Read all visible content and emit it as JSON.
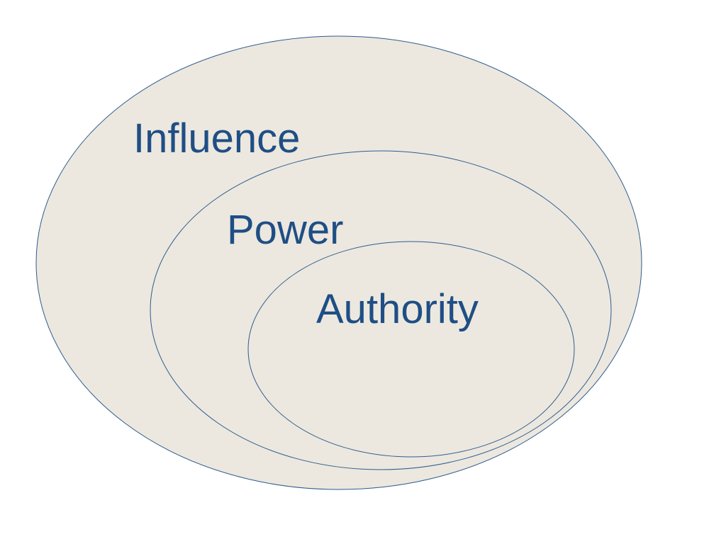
{
  "diagram": {
    "outer_label": "Influence",
    "middle_label": "Power",
    "inner_label": "Authority",
    "colors": {
      "fill": "#ece8df",
      "stroke": "#2e5c8f",
      "text": "#1f4e85"
    }
  }
}
